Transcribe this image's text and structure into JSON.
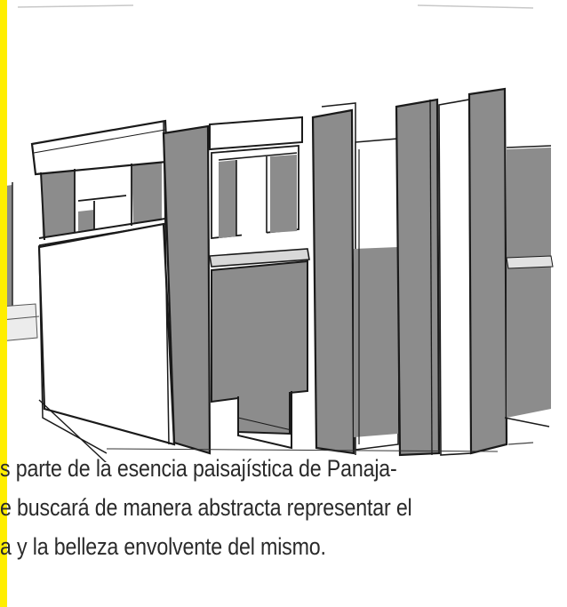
{
  "caption": {
    "line1": "s parte de la esencia paisajística de Panaja-",
    "line2": "e buscará de manera abstracta representar el",
    "line3": "a y la belleza envolvente del mismo."
  },
  "colors": {
    "accent_bar": "#ffee00",
    "sketch_fill": "#8c8c8c",
    "sketch_stroke": "#1a1a1a",
    "text": "#2a2a2a"
  }
}
